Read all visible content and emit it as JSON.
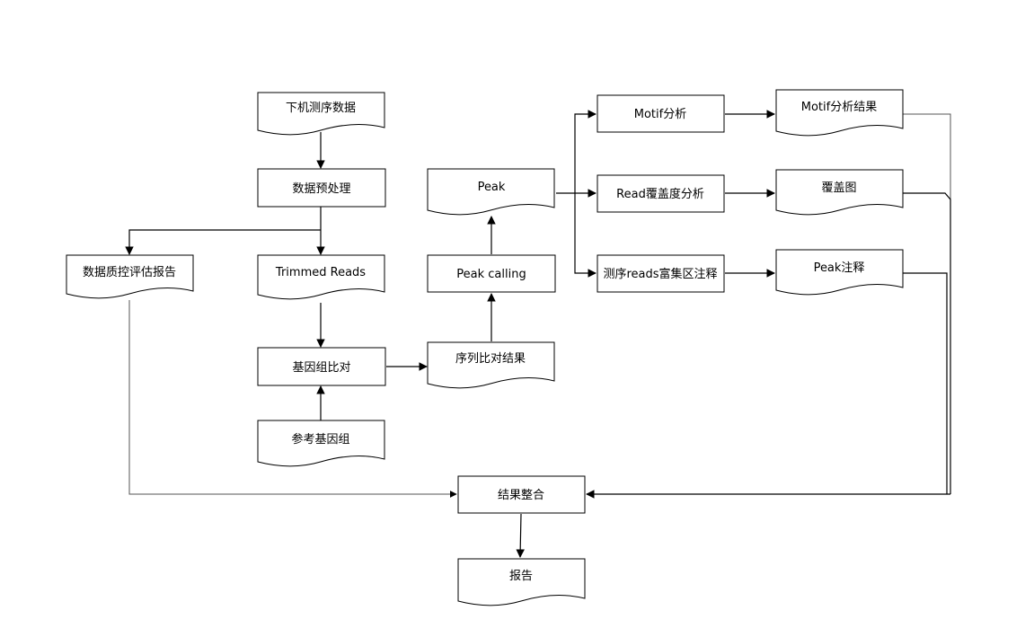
{
  "nodes": {
    "raw_data": "下机测序数据",
    "preprocess": "数据预处理",
    "qc_report": "数据质控评估报告",
    "trimmed_reads": "Trimmed Reads",
    "alignment": "基因组比对",
    "reference": "参考基因组",
    "alignment_result": "序列比对结果",
    "peak_calling": "Peak calling",
    "peak": "Peak",
    "motif": "Motif分析",
    "coverage": "Read覆盖度分析",
    "annotation": "测序reads富集区注释",
    "motif_result": "Motif分析结果",
    "coverage_plot": "覆盖图",
    "peak_annotation": "Peak注释",
    "integrate": "结果整合",
    "report": "报告"
  },
  "colors": {
    "stroke": "#000000",
    "fill": "#ffffff",
    "secondary_stroke": "#555555"
  }
}
